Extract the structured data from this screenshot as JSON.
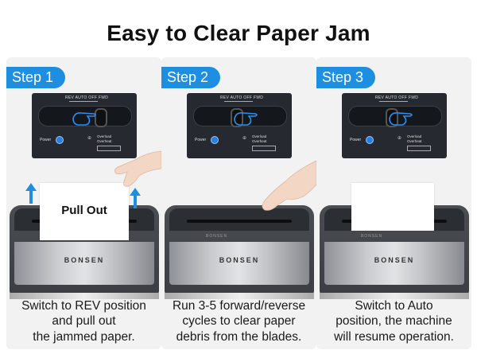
{
  "title": "Easy to Clear Paper Jam",
  "steps": [
    {
      "label": "Step 1",
      "caption_lines": [
        "Switch to REV position",
        "and pull out",
        "the jammed paper."
      ],
      "paper_text": "Pull Out"
    },
    {
      "label": "Step 2",
      "caption_lines": [
        "Run 3-5 forward/reverse",
        "cycles to clear paper",
        "debris from the blades."
      ]
    },
    {
      "label": "Step 3",
      "caption_lines": [
        "Switch to Auto",
        "position, the machine",
        "will resume operation."
      ]
    }
  ],
  "control_panel": {
    "mode_labels": "REV AUTO OFF FWD",
    "power_label": "Power",
    "overload_label": "Overload",
    "overheat_label": "Overheat"
  },
  "brand": "BONSEN",
  "colors": {
    "accent": "#1e8fe0"
  }
}
